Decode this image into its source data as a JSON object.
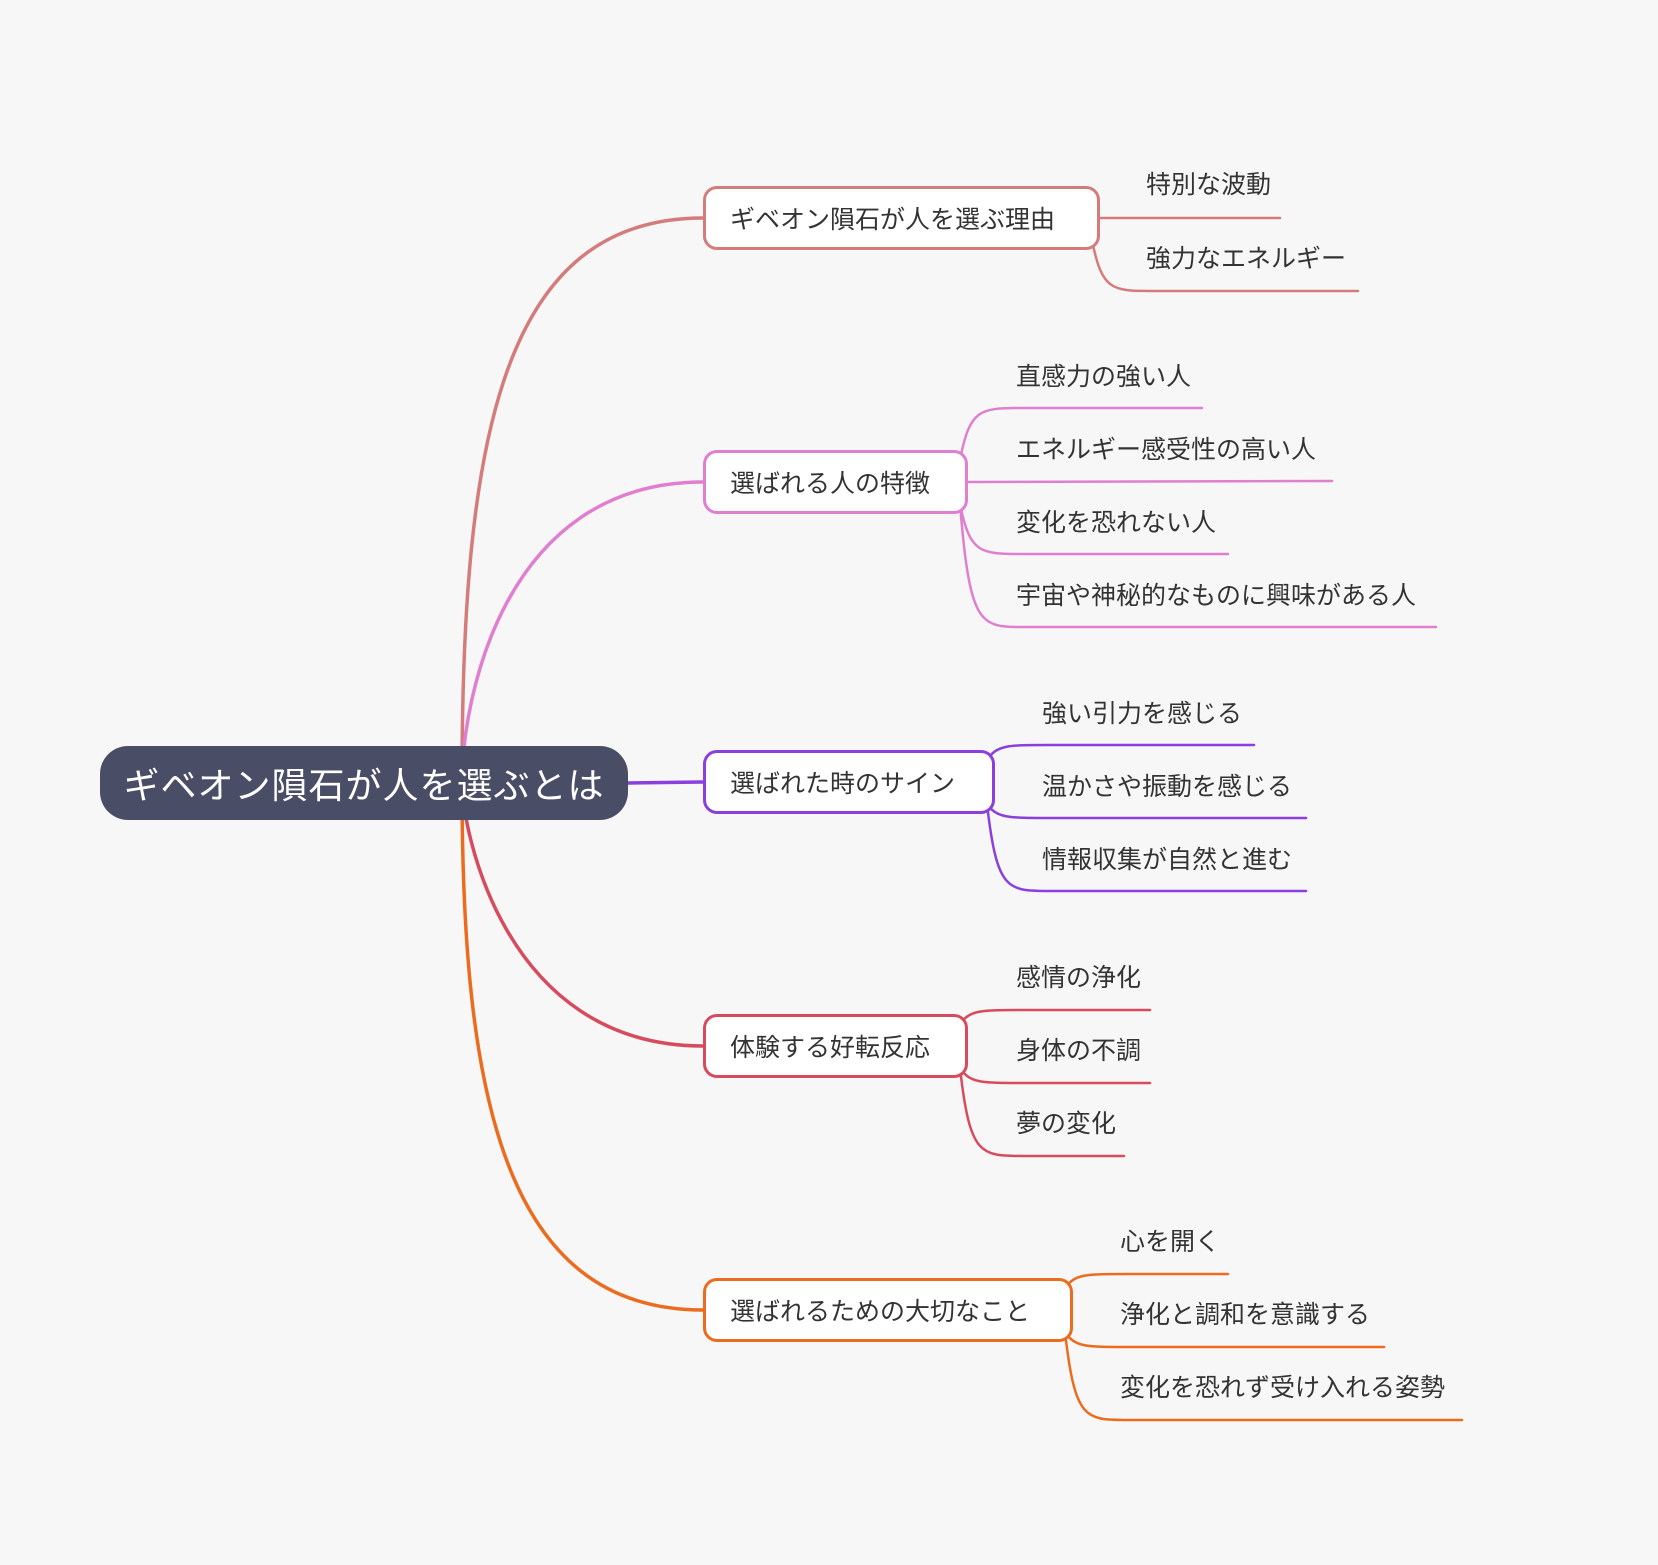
{
  "mindmap": {
    "root": {
      "label": "ギベオン隕石が人を選ぶとは",
      "color": "#4a4d66"
    },
    "branches": [
      {
        "label": "ギベオン隕石が人を選ぶ理由",
        "color": "#d47c7c",
        "children": [
          "特別な波動",
          "強力なエネルギー"
        ]
      },
      {
        "label": "選ばれる人の特徴",
        "color": "#e07fd0",
        "children": [
          "直感力の強い人",
          "エネルギー感受性の高い人",
          "変化を恐れない人",
          "宇宙や神秘的なものに興味がある人"
        ]
      },
      {
        "label": "選ばれた時のサイン",
        "color": "#8b3fdc",
        "children": [
          "強い引力を感じる",
          "温かさや振動を感じる",
          "情報収集が自然と進む"
        ]
      },
      {
        "label": "体験する好転反応",
        "color": "#d74b5e",
        "children": [
          "感情の浄化",
          "身体の不調",
          "夢の変化"
        ]
      },
      {
        "label": "選ばれるための大切なこと",
        "color": "#eb6c1f",
        "children": [
          "心を開く",
          "浄化と調和を意識する",
          "変化を恐れず受け入れる姿勢"
        ]
      }
    ]
  }
}
